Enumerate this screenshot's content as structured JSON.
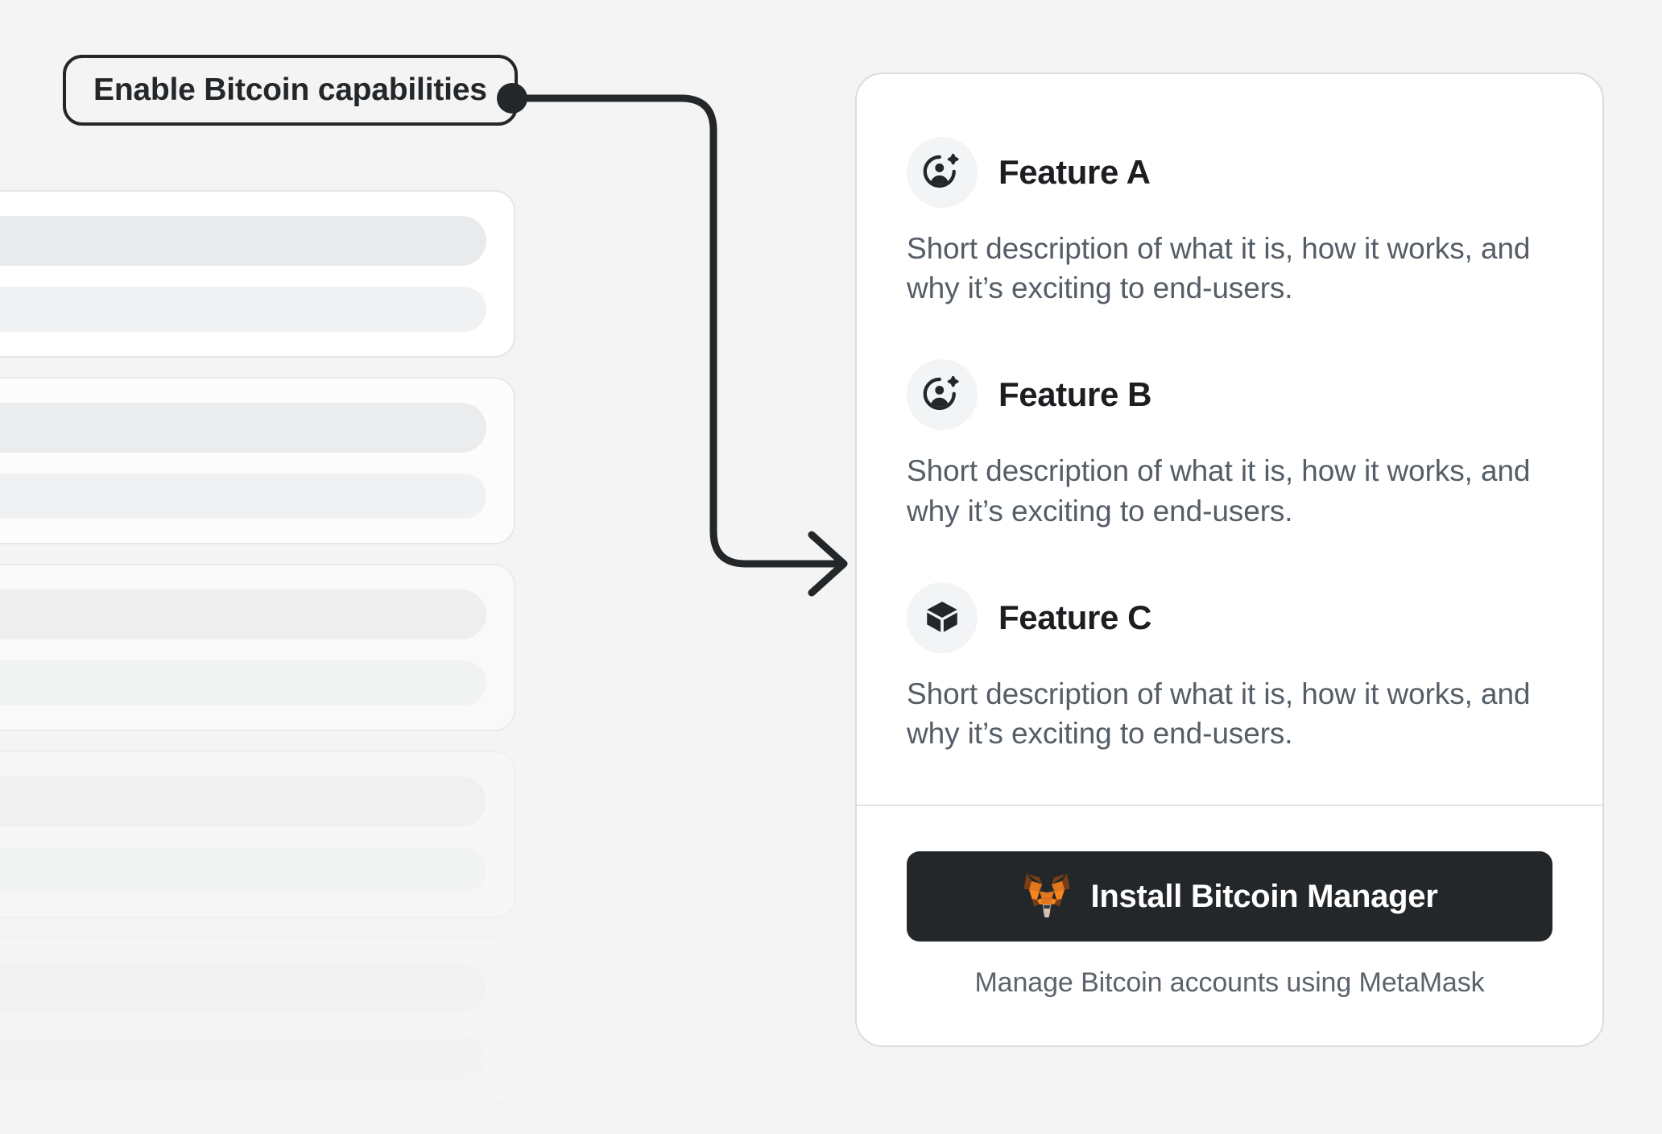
{
  "background_color": "#f4f4f4",
  "callout": {
    "label": "Enable Bitcoin capabilities",
    "border_color": "#24272a",
    "connector": {
      "name": "elbow-arrow",
      "color": "#24272a",
      "points_to": "feature-card"
    }
  },
  "skeleton": {
    "name": "placeholder-list",
    "cards": [
      {
        "opacity": 1
      },
      {
        "opacity": 0.78
      },
      {
        "opacity": 0.54
      },
      {
        "opacity": 0.32
      },
      {
        "opacity": 0.16
      }
    ]
  },
  "card": {
    "background": "#ffffff",
    "border_color": "#d9dce0",
    "features": [
      {
        "icon": "user-plus-icon",
        "title": "Feature A",
        "description": "Short description of what it is, how it works, and why it’s exciting to end-users."
      },
      {
        "icon": "user-plus-icon",
        "title": "Feature B",
        "description": "Short description of what it is, how it works, and why it’s exciting to end-users."
      },
      {
        "icon": "cube-icon",
        "title": "Feature C",
        "description": "Short description of what it is, how it works, and why it’s exciting to end-users."
      }
    ],
    "install": {
      "icon": "metamask-fox-icon",
      "button_label": "Install Bitcoin Manager",
      "button_color": "#24272a",
      "caption": "Manage Bitcoin accounts using MetaMask"
    }
  }
}
